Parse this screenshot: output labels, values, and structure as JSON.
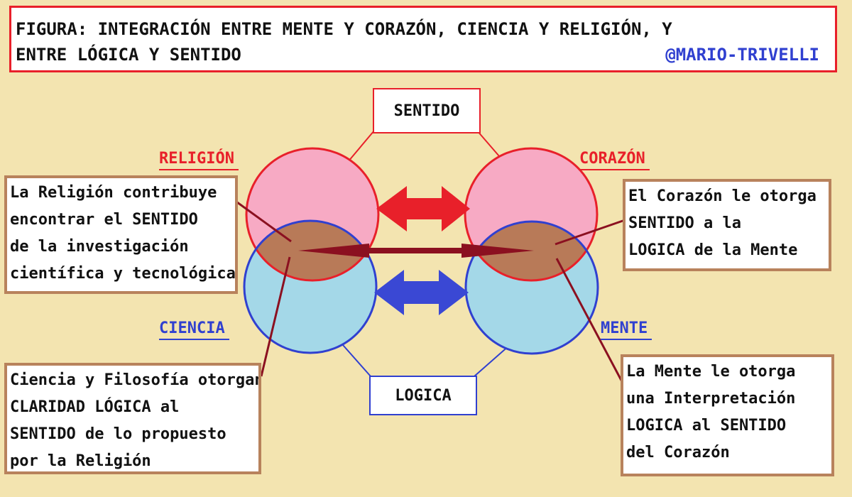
{
  "title": {
    "line1": "FIGURA:  INTEGRACIÓN ENTRE MENTE Y CORAZÓN, CIENCIA Y RELIGIÓN, Y",
    "line2": "ENTRE LÓGICA Y SENTIDO",
    "author": "@MARIO-TRIVELLI"
  },
  "nodes": {
    "sentido": "SENTIDO",
    "logica": "LOGICA"
  },
  "labels": {
    "religion": "RELIGIÓN",
    "corazon": "CORAZÓN",
    "ciencia": "CIENCIA",
    "mente": "MENTE"
  },
  "notes": {
    "religion": [
      "La Religión contribuye",
      "encontrar el SENTIDO",
      "de la investigación",
      "científica y tecnológica"
    ],
    "corazon": [
      "El Corazón le otorga",
      "SENTIDO a la",
      "LOGICA de la Mente"
    ],
    "ciencia": [
      "Ciencia y Filosofía otorgan",
      "CLARIDAD LÓGICA al",
      "SENTIDO de lo propuesto",
      "por la Religión"
    ],
    "mente": [
      "La Mente le otorga",
      "una Interpretación",
      "LOGICA al SENTIDO",
      "del Corazón"
    ]
  },
  "colors": {
    "background": "#f3e4b0",
    "red": "#e8202a",
    "blue": "#3040d0",
    "pink_fill": "#f7aac4",
    "cyan_fill": "#a4d8e8",
    "overlap_fill": "#b87a58",
    "dark_red": "#8b1020",
    "note_border": "#b8825c"
  }
}
